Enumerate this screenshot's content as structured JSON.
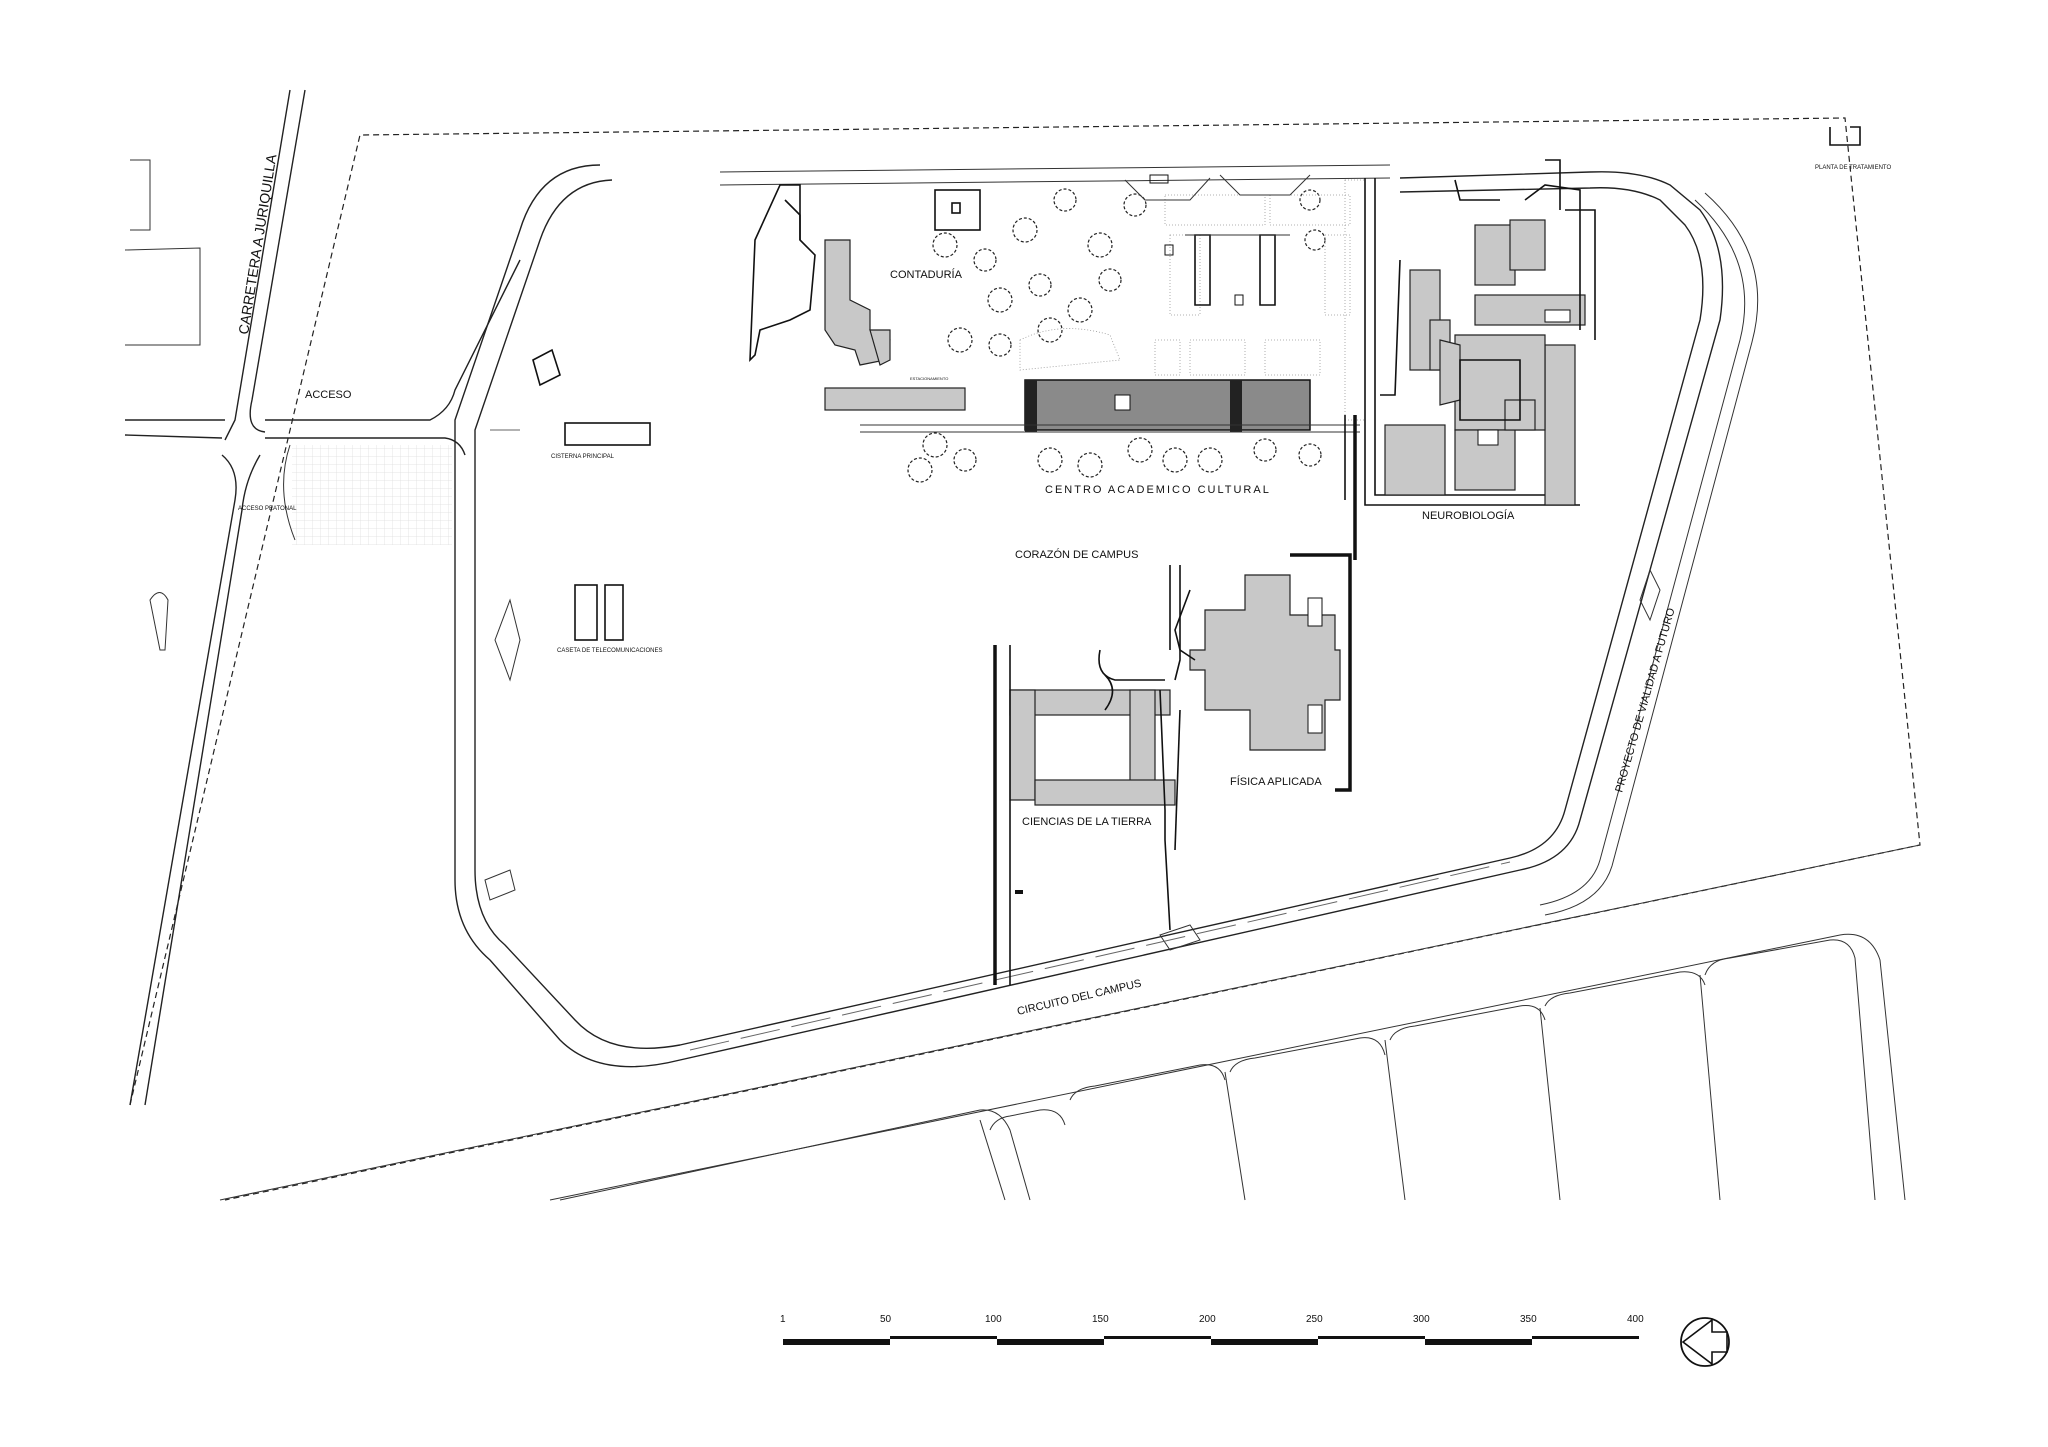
{
  "labels": {
    "carretera": "CARRETERA A JURIQUILLA",
    "acceso": "ACCESO",
    "acceso_peatonal": "ACCESO PEATONAL",
    "cisterna": "CISTERNA PRINCIPAL",
    "caseta": "CASETA DE TELECOMUNICACIONES",
    "contaduria": "CONTADURÍA",
    "centro": "CENTRO ACADEMICO CULTURAL",
    "corazon": "CORAZÓN DE CAMPUS",
    "neurobiologia": "NEUROBIOLOGÍA",
    "fisica": "FÍSICA APLICADA",
    "ciencias": "CIENCIAS DE LA TIERRA",
    "circuito": "CIRCUITO DEL CAMPUS",
    "vialidad": "PROYECTO DE VIALIDAD A FUTURO",
    "planta": "PLANTA DE TRATAMIENTO",
    "estacionamiento": "ESTACIONAMIENTO"
  },
  "scale_bar": {
    "ticks": [
      "1",
      "50",
      "100",
      "150",
      "200",
      "250",
      "300",
      "350",
      "400"
    ]
  },
  "north_arrow": {
    "icon": "north-arrow-icon"
  }
}
